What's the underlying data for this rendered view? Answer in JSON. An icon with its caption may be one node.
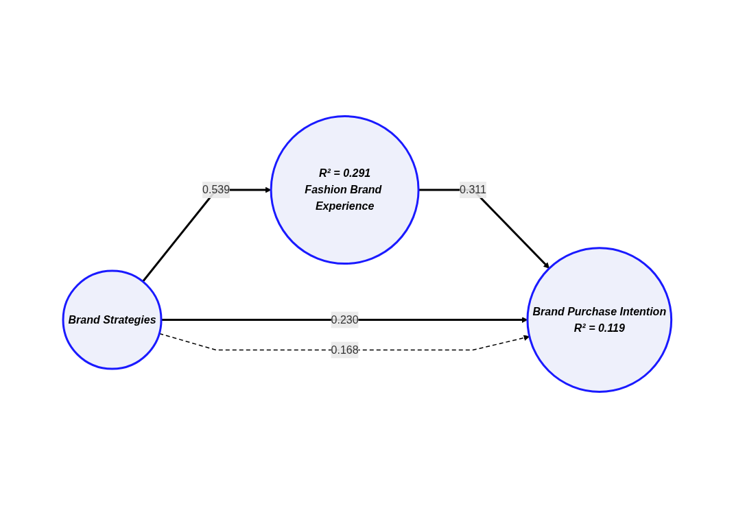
{
  "diagram": {
    "nodes": [
      {
        "text": [
          "R² = 0.291",
          "Fashion Brand Experience"
        ]
      },
      {
        "text": [
          "Brand Strategies"
        ]
      },
      {
        "text": [
          "Brand Purchase Intention",
          "R² = 0.119"
        ]
      }
    ],
    "edges": [
      {
        "from": 1,
        "to": 0,
        "arrow": "to",
        "label": "0.539"
      },
      {
        "from": 0,
        "to": 2,
        "arrow": "to",
        "label": "0.311"
      },
      {
        "from": 1,
        "to": 2,
        "arrow": "to",
        "label": "0.230"
      },
      {
        "from": 1,
        "to": 2,
        "arrow": "to",
        "label": "0.168",
        "style": "dashed"
      }
    ]
  }
}
